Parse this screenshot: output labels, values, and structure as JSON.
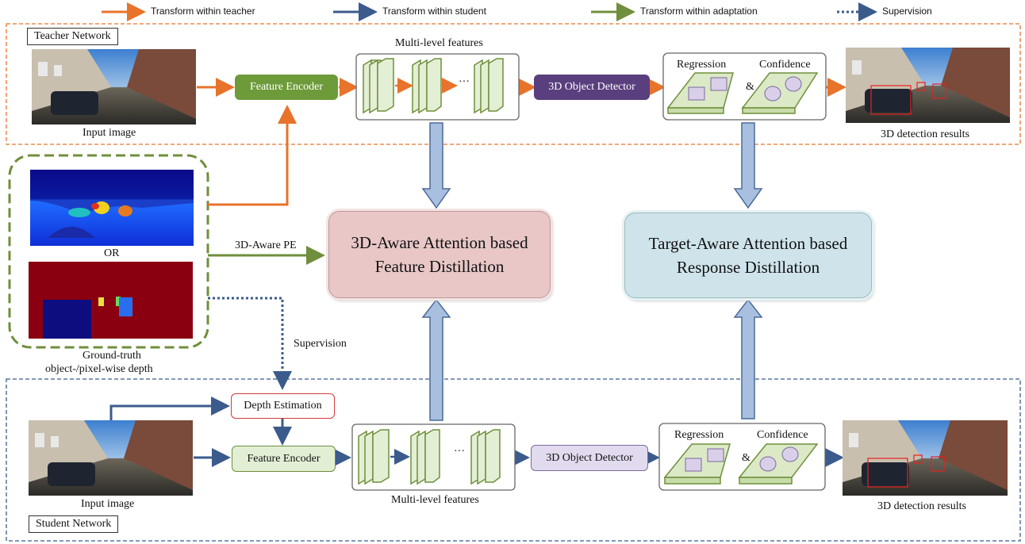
{
  "legend": {
    "teacher": "Transform within teacher",
    "student": "Transform within student",
    "adaptation": "Transform within adaptation",
    "supervision": "Supervision"
  },
  "teacher": {
    "label": "Teacher Network",
    "input_caption": "Input image",
    "encoder": "Feature Encoder",
    "features_caption": "Multi-level features",
    "ellipsis": "…",
    "detector": "3D Object Detector",
    "regression": "Regression",
    "amp": "&",
    "confidence": "Confidence",
    "results_caption": "3D detection results"
  },
  "student": {
    "label": "Student Network",
    "input_caption": "Input image",
    "depth_estimation": "Depth Estimation",
    "encoder": "Feature Encoder",
    "features_caption": "Multi-level features",
    "ellipsis": "…",
    "detector": "3D Object Detector",
    "regression": "Regression",
    "amp": "&",
    "confidence": "Confidence",
    "results_caption": "3D detection results"
  },
  "adaptation": {
    "or": "OR",
    "gt_line1": "Ground-truth",
    "gt_line2": "object-/pixel-wise depth",
    "pe_label": "3D-Aware PE",
    "supervision_label": "Supervision"
  },
  "distill": {
    "feature_line1": "3D-Aware Attention based",
    "feature_line2": "Feature Distillation",
    "response_line1": "Target-Aware Attention based",
    "response_line2": "Response Distillation"
  },
  "colors": {
    "teacher_orange": "#e8732b",
    "student_blue": "#3b5b8c",
    "adaptation_green": "#6f8f3c",
    "encoder_teacher_fill": "#6e9b3a",
    "encoder_student_fill": "#e3efd5",
    "detector_teacher_fill": "#5a3f7e",
    "detector_student_fill": "#e2dbef",
    "feature_distill_fill": "#e8c7c6",
    "response_distill_fill": "#cfe4ea",
    "depth_est_border": "#d63a3a",
    "big_arrow_fill": "#a8bfe0"
  }
}
